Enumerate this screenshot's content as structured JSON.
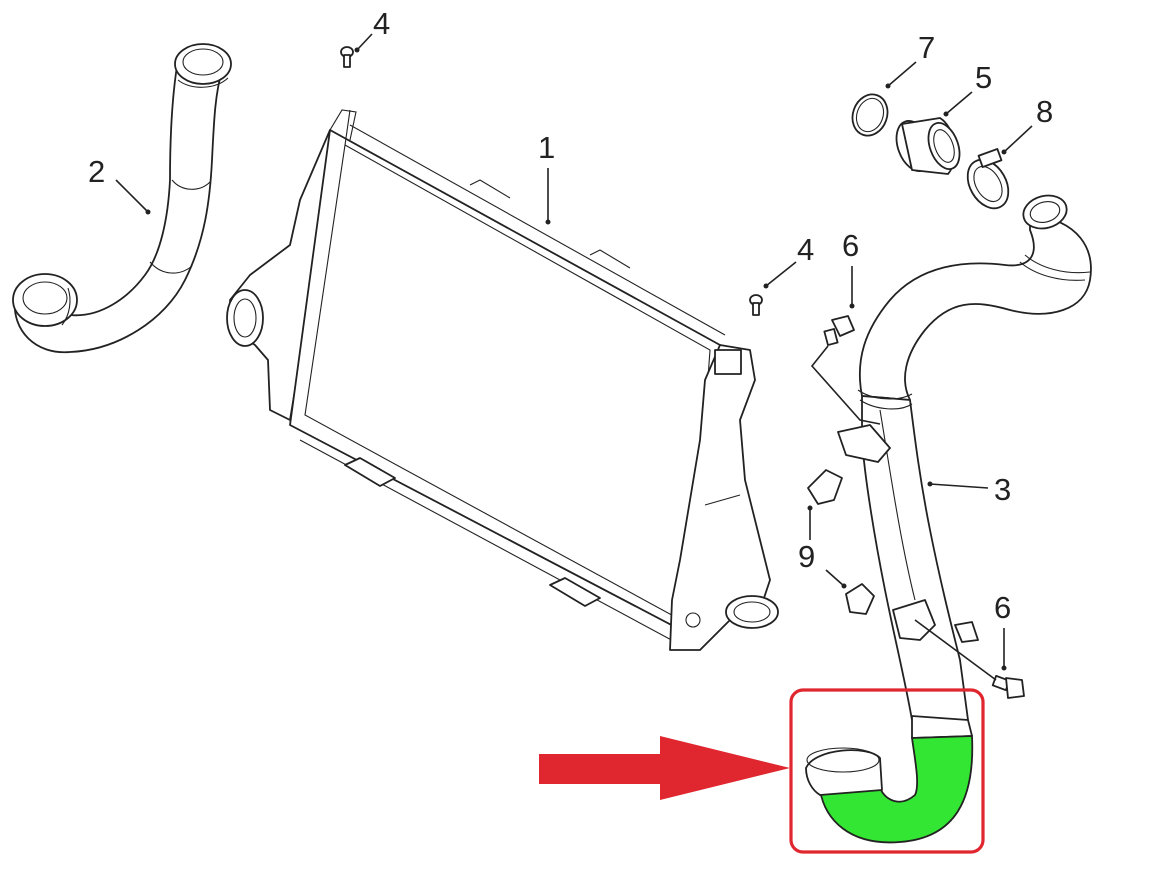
{
  "callouts": {
    "part_1": "1",
    "part_2": "2",
    "part_3": "3",
    "part_4_top": "4",
    "part_4_right": "4",
    "part_5": "5",
    "part_6_upper": "6",
    "part_6_lower": "6",
    "part_7": "7",
    "part_8": "8",
    "part_9": "9"
  },
  "highlight": {
    "frame_color": "#e0262e",
    "arrow_color": "#e0262e",
    "part_fill_color": "#33e633",
    "highlighted_part": "lower hose bend of pipe 3"
  }
}
